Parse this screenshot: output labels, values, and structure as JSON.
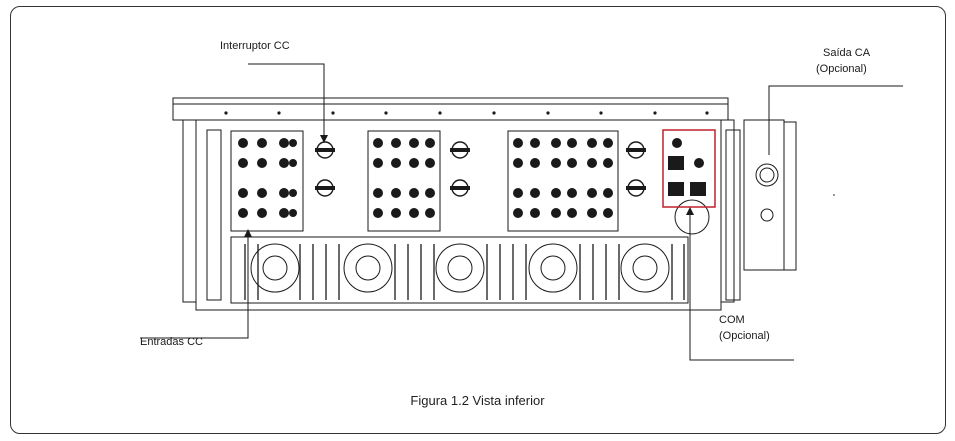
{
  "labels": {
    "interruptor": "Interruptor CC",
    "saida_line1": "Saída CA",
    "saida_line2": "(Opcional)",
    "entradas": "Entradas CC",
    "com_line1": "COM",
    "com_line2": "(Opcional)"
  },
  "caption": "Figura 1.2 Vista inferior",
  "colors": {
    "outline": "#1a1a1a",
    "highlight": "#c0202a"
  }
}
